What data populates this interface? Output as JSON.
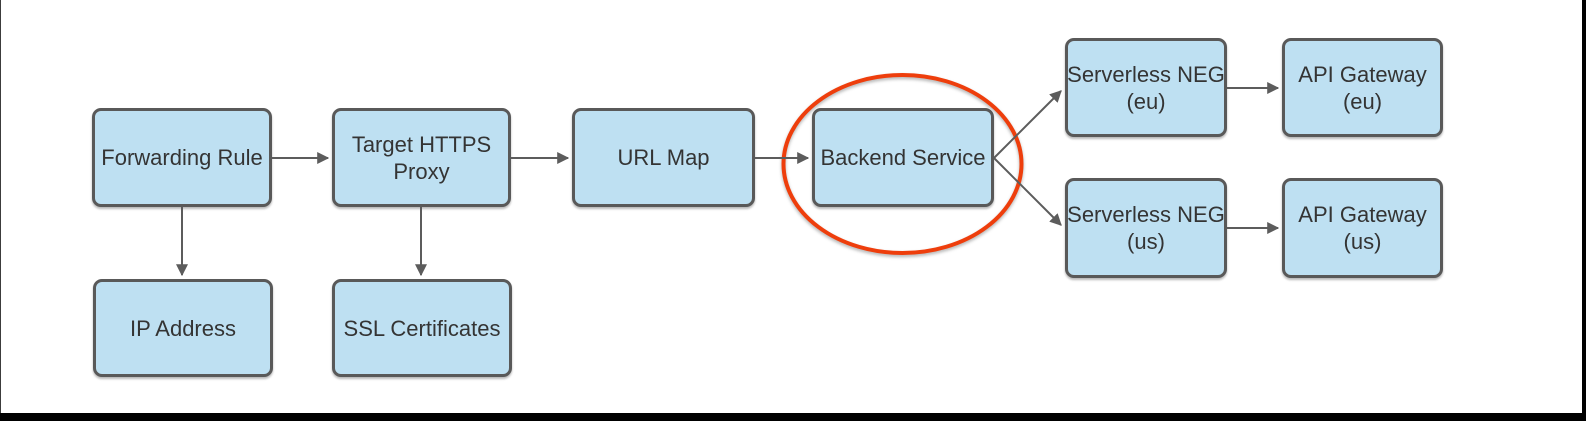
{
  "diagram": {
    "nodes": {
      "forwarding_rule": {
        "line1": "Forwarding Rule",
        "line2": ""
      },
      "target_https_proxy": {
        "line1": "Target HTTPS",
        "line2": "Proxy"
      },
      "url_map": {
        "line1": "URL Map",
        "line2": ""
      },
      "backend_service": {
        "line1": "Backend Service",
        "line2": ""
      },
      "serverless_neg_eu": {
        "line1": "Serverless NEG",
        "line2": "(eu)"
      },
      "api_gateway_eu": {
        "line1": "API Gateway",
        "line2": "(eu)"
      },
      "serverless_neg_us": {
        "line1": "Serverless NEG",
        "line2": "(us)"
      },
      "api_gateway_us": {
        "line1": "API Gateway",
        "line2": "(us)"
      },
      "ip_address": {
        "line1": "IP Address",
        "line2": ""
      },
      "ssl_certificates": {
        "line1": "SSL Certificates",
        "line2": ""
      }
    },
    "edges": [
      {
        "from": "forwarding_rule",
        "to": "target_https_proxy"
      },
      {
        "from": "forwarding_rule",
        "to": "ip_address"
      },
      {
        "from": "target_https_proxy",
        "to": "url_map"
      },
      {
        "from": "target_https_proxy",
        "to": "ssl_certificates"
      },
      {
        "from": "url_map",
        "to": "backend_service"
      },
      {
        "from": "backend_service",
        "to": "serverless_neg_eu"
      },
      {
        "from": "backend_service",
        "to": "serverless_neg_us"
      },
      {
        "from": "serverless_neg_eu",
        "to": "api_gateway_eu"
      },
      {
        "from": "serverless_neg_us",
        "to": "api_gateway_us"
      }
    ],
    "highlight": {
      "shape": "ellipse",
      "around": "backend_service"
    },
    "colors": {
      "node_fill": "#bee0f2",
      "node_border": "#595959",
      "connector": "#5c5c5c",
      "highlight_stroke": "#ee3e0c",
      "text": "#343434",
      "frame": "#000000"
    }
  }
}
